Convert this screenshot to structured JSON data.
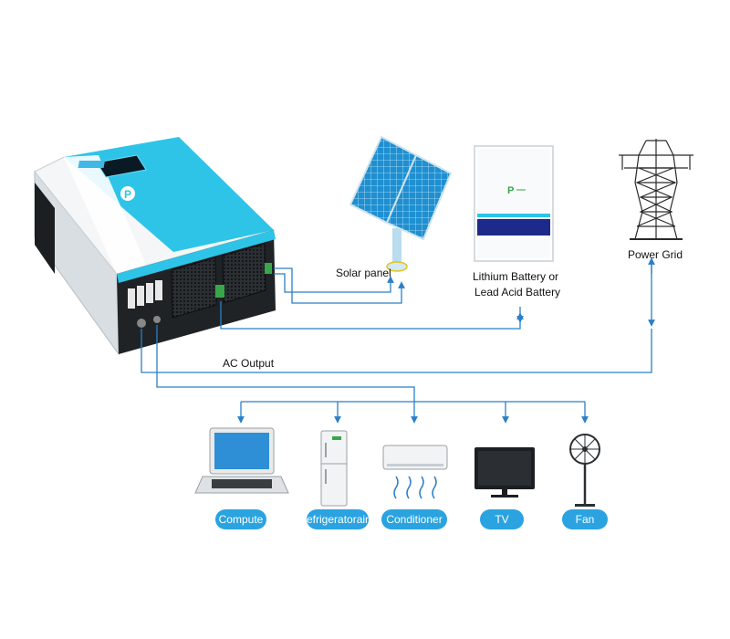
{
  "labels": {
    "solar_panel": "Solar panel",
    "battery_line1": "Lithium Battery or",
    "battery_line2": "Lead Acid Battery",
    "power_grid": "Power Grid",
    "ac_output": "AC Output"
  },
  "appliances": [
    "Compute",
    "efrigeratorair",
    "Conditioner",
    "TV",
    "Fan"
  ],
  "colors": {
    "wire": "#2a7fc8",
    "pill": "#2aa3e0",
    "inverter_accent": "#2ec4e8",
    "inverter_dark": "#1f2326",
    "battery_stripe": "#1e2a8a",
    "logo_green": "#3aa64a"
  }
}
